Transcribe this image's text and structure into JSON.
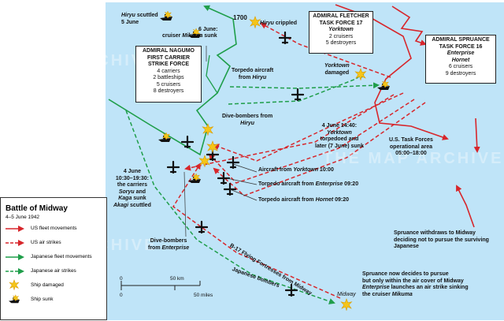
{
  "title": "Battle of Midway",
  "date": "4–5 June 1942",
  "legend": [
    {
      "label": "US fleet movements",
      "color": "#d7262b",
      "style": "solid-arrow"
    },
    {
      "label": "US air strikes",
      "color": "#d7262b",
      "style": "dashed-arrow"
    },
    {
      "label": "Japanese fleet movements",
      "color": "#1f9e4a",
      "style": "solid-arrow"
    },
    {
      "label": "Japanese air strikes",
      "color": "#1f9e4a",
      "style": "dashed-arrow"
    },
    {
      "label": "Ship damaged",
      "icon": "burst-icon",
      "color": "#f5c518"
    },
    {
      "label": "Ship sunk",
      "icon": "sinking-ship-icon",
      "color": "#f5c518"
    }
  ],
  "boxes": {
    "nagumo": {
      "lines": [
        "ADMIRAL NAGUMO",
        "FIRST CARRIER",
        "STRIKE FORCE"
      ],
      "details": [
        "4 carriers",
        "2 battleships",
        "5 cruisers",
        "8 destroyers"
      ]
    },
    "fletcher": {
      "lines": [
        "ADMIRAL FLETCHER",
        "TASK FORCE 17"
      ],
      "ship": "Yorktown",
      "details": [
        "2 cruisers",
        "5 destroyers"
      ]
    },
    "spruance": {
      "lines": [
        "ADMIRAL SPRUANCE",
        "TASK FORCE 16"
      ],
      "ship": "Enterprise",
      "ship2": "Hornet",
      "details": [
        "6 cruisers",
        "9 destroyers"
      ]
    }
  },
  "labels": {
    "hiryu_scuttled_a": "Hiryu",
    "hiryu_scuttled_b": " scuttled",
    "hiryu_scuttled_date": "5 June",
    "mikuma_date": "6 June:",
    "mikuma_a": "cruiser ",
    "mikuma_b": "Mikuma",
    "mikuma_c": " sunk",
    "time_1700": "1700",
    "hiryu_crippled_a": "Hiryu",
    "hiryu_crippled_b": " crippled",
    "torpedo_hiryu_a": "Torpedo aircraft",
    "torpedo_hiryu_b": "from ",
    "torpedo_hiryu_c": "Hiryu",
    "yorktown_damaged_a": "Yorktown",
    "yorktown_damaged_b": "damaged",
    "dive_hiryu_a": "Dive-bombers from",
    "dive_hiryu_b": "Hiryu",
    "june4_1440_a": "4 June 14:40:",
    "june4_1440_b": "Yorktown",
    "june4_1440_c": "torpedoed and",
    "june4_1440_d": "later (7 June) sunk",
    "us_tf_a": "U.S. Task Forces",
    "us_tf_b": "operational area",
    "us_tf_c": "05:00–18:00",
    "aircraft_yorktown_a": "Aircraft from ",
    "aircraft_yorktown_b": "Yorktown",
    "aircraft_yorktown_c": " 10:00",
    "torpedo_enterprise_a": "Torpedo aircraft from ",
    "torpedo_enterprise_b": "Enterprise",
    "torpedo_enterprise_c": " 09:20",
    "torpedo_hornet_a": "Torpedo aircraft from ",
    "torpedo_hornet_b": "Hornet",
    "torpedo_hornet_c": " 09:20",
    "june4_carriers_a": "4 June",
    "june4_carriers_b": "10:30–19:30:",
    "june4_carriers_c": "the carriers",
    "june4_carriers_d": "Soryu",
    "june4_carriers_e": " and",
    "june4_carriers_f": "Kaga",
    "june4_carriers_g": " sunk",
    "june4_carriers_h": "Akagi",
    "june4_carriers_i": " scuttled",
    "dive_enterprise_a": "Dive-bombers",
    "dive_enterprise_b": "from ",
    "dive_enterprise_c": "Enterprise",
    "b17": "B-17 Flying Fortresses from Midway",
    "japanese_bombers": "Japanese bombers",
    "midway": "Midway",
    "spruance_withdraws_a": "Spruance withdraws to Midway",
    "spruance_withdraws_b": "deciding not to pursue the surviving",
    "spruance_withdraws_c": "Japanese",
    "spruance_pursue_a": "Spruance now decides to pursue",
    "spruance_pursue_b": "but only within the air cover of Midway",
    "spruance_pursue_c": "Enterprise",
    "spruance_pursue_d": " launches an air strike sinking",
    "spruance_pursue_e": "the cruiser ",
    "spruance_pursue_f": "Mikuma"
  },
  "scale": {
    "km_zero": "0",
    "km_value": "50 km",
    "mi_zero": "0",
    "mi_value": "50 miles"
  },
  "watermark": "THE MAP ARCHIVE",
  "colors": {
    "sea": "#bfe4f8",
    "us": "#d7262b",
    "japan": "#1f9e4a",
    "burst": "#f5c518",
    "aircraft": "#111111"
  }
}
